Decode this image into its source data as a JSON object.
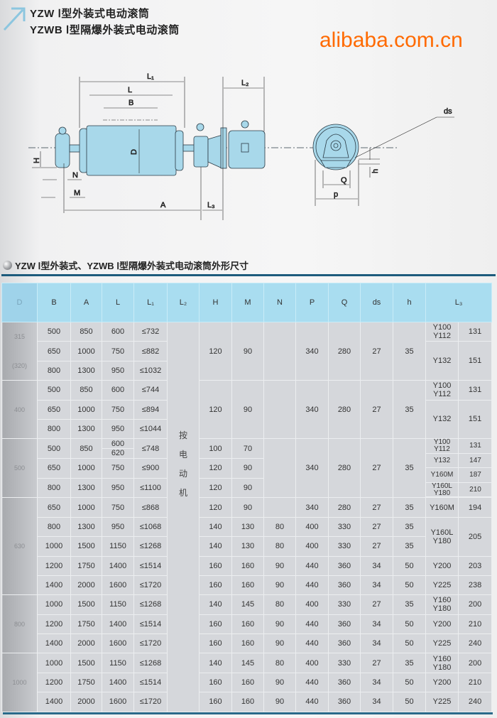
{
  "header": {
    "title_1": "YZW Ⅰ型外装式电动滚筒",
    "title_2": "YZWB Ⅰ型隔爆外装式电动滚筒"
  },
  "diagram": {
    "labels": {
      "L1": "L₁",
      "L": "L",
      "B": "B",
      "L2": "L₂",
      "D": "D",
      "H": "H",
      "N": "N",
      "M": "M",
      "A": "A",
      "L3": "L₃",
      "ds": "ds",
      "Q": "Q",
      "p": "p",
      "h": "h"
    },
    "colors": {
      "body": "#a8d8ea",
      "outline": "#2a3a44"
    }
  },
  "section_title": "YZW Ⅰ型外装式、YZWB Ⅰ型隔爆外装式电动滚筒外形尺寸",
  "table": {
    "headers": [
      "D",
      "B",
      "A",
      "L",
      "L₁",
      "L₂",
      "H",
      "M",
      "N",
      "P",
      "Q",
      "ds",
      "h",
      "L₃"
    ],
    "l2_note": "按电动机",
    "groups": [
      {
        "D": [
          "315",
          "(320)"
        ],
        "rows": [
          {
            "B": "500",
            "A": "850",
            "L": "600",
            "L1": "≤732"
          },
          {
            "B": "650",
            "A": "1000",
            "L": "750",
            "L1": "≤882"
          },
          {
            "B": "800",
            "A": "1300",
            "L": "950",
            "L1": "≤1032"
          }
        ],
        "shared": {
          "H": "120",
          "M": "90",
          "N": "",
          "P": "340",
          "Q": "280",
          "ds": "27",
          "h": "35"
        },
        "motors": [
          {
            "model": "Y100\nY112",
            "L3": "131"
          },
          {
            "model": "Y132",
            "L3": "151"
          }
        ]
      },
      {
        "D": [
          "400"
        ],
        "rows": [
          {
            "B": "500",
            "A": "850",
            "L": "600",
            "L1": "≤744"
          },
          {
            "B": "650",
            "A": "1000",
            "L": "750",
            "L1": "≤894"
          },
          {
            "B": "800",
            "A": "1300",
            "L": "950",
            "L1": "≤1044"
          }
        ],
        "shared": {
          "H": "120",
          "M": "90",
          "N": "",
          "P": "340",
          "Q": "280",
          "ds": "27",
          "h": "35"
        },
        "motors": [
          {
            "model": "Y100\nY112",
            "L3": "131"
          },
          {
            "model": "Y132",
            "L3": "151"
          }
        ]
      },
      {
        "D": [
          "500"
        ],
        "rows": [
          {
            "B": "500",
            "A": "850",
            "L": [
              "600",
              "620"
            ],
            "L1": "≤748",
            "H": "100",
            "M": "70"
          },
          {
            "B": "650",
            "A": "1000",
            "L": "750",
            "L1": "≤900",
            "H": "120",
            "M": "90"
          },
          {
            "B": "800",
            "A": "1300",
            "L": "950",
            "L1": "≤1100",
            "H": "120",
            "M": "90"
          }
        ],
        "shared": {
          "N": "",
          "P": "340",
          "Q": "280",
          "ds": "27",
          "h": "35"
        },
        "motors": [
          {
            "model": "Y100\nY112",
            "L3": "131"
          },
          {
            "model": "Y132",
            "L3": "147"
          },
          {
            "model": "Y160M",
            "L3": "187"
          },
          {
            "model": "Y160L\nY180",
            "L3": "210"
          }
        ]
      },
      {
        "D": [
          "630"
        ],
        "rows": [
          {
            "B": "650",
            "A": "1000",
            "L": "750",
            "L1": "≤868",
            "H": "120",
            "M": "90",
            "N": "",
            "P": "340",
            "Q": "280",
            "ds": "27",
            "h": "35"
          },
          {
            "B": "800",
            "A": "1300",
            "L": "950",
            "L1": "≤1068",
            "H": "140",
            "M": "130",
            "N": "80",
            "P": "400",
            "Q": "330",
            "ds": "27",
            "h": "35"
          },
          {
            "B": "1000",
            "A": "1500",
            "L": "1150",
            "L1": "≤1268",
            "H": "140",
            "M": "130",
            "N": "80",
            "P": "400",
            "Q": "330",
            "ds": "27",
            "h": "35"
          },
          {
            "B": "1200",
            "A": "1750",
            "L": "1400",
            "L1": "≤1514",
            "H": "160",
            "M": "160",
            "N": "90",
            "P": "440",
            "Q": "360",
            "ds": "34",
            "h": "50"
          },
          {
            "B": "1400",
            "A": "2000",
            "L": "1600",
            "L1": "≤1720",
            "H": "160",
            "M": "160",
            "N": "90",
            "P": "440",
            "Q": "360",
            "ds": "34",
            "h": "50"
          }
        ],
        "motors": [
          {
            "model": "Y160M",
            "L3": "194"
          },
          {
            "model": "Y160L\nY180",
            "L3": "205"
          },
          {
            "model": "Y200",
            "L3": "203"
          },
          {
            "model": "Y225",
            "L3": "238"
          }
        ]
      },
      {
        "D": [
          "800"
        ],
        "rows": [
          {
            "B": "1000",
            "A": "1500",
            "L": "1150",
            "L1": "≤1268",
            "H": "140",
            "M": "145",
            "N": "80",
            "P": "400",
            "Q": "330",
            "ds": "27",
            "h": "35"
          },
          {
            "B": "1200",
            "A": "1750",
            "L": "1400",
            "L1": "≤1514",
            "H": "160",
            "M": "160",
            "N": "90",
            "P": "440",
            "Q": "360",
            "ds": "34",
            "h": "50"
          },
          {
            "B": "1400",
            "A": "2000",
            "L": "1600",
            "L1": "≤1720",
            "H": "160",
            "M": "160",
            "N": "90",
            "P": "440",
            "Q": "360",
            "ds": "34",
            "h": "50"
          }
        ],
        "motors": [
          {
            "model": "Y160\nY180",
            "L3": "200"
          },
          {
            "model": "Y200",
            "L3": "210"
          },
          {
            "model": "Y225",
            "L3": "240"
          }
        ]
      },
      {
        "D": [
          "1000"
        ],
        "rows": [
          {
            "B": "1000",
            "A": "1500",
            "L": "1150",
            "L1": "≤1268",
            "H": "140",
            "M": "145",
            "N": "80",
            "P": "400",
            "Q": "330",
            "ds": "27",
            "h": "35"
          },
          {
            "B": "1200",
            "A": "1750",
            "L": "1400",
            "L1": "≤1514",
            "H": "160",
            "M": "160",
            "N": "90",
            "P": "440",
            "Q": "360",
            "ds": "34",
            "h": "50"
          },
          {
            "B": "1400",
            "A": "2000",
            "L": "1600",
            "L1": "≤1720",
            "H": "160",
            "M": "160",
            "N": "90",
            "P": "440",
            "Q": "360",
            "ds": "34",
            "h": "50"
          }
        ],
        "motors": [
          {
            "model": "Y160\nY180",
            "L3": "200"
          },
          {
            "model": "Y200",
            "L3": "210"
          },
          {
            "model": "Y225",
            "L3": "240"
          }
        ]
      }
    ]
  },
  "watermark": "alibaba.com.cn"
}
